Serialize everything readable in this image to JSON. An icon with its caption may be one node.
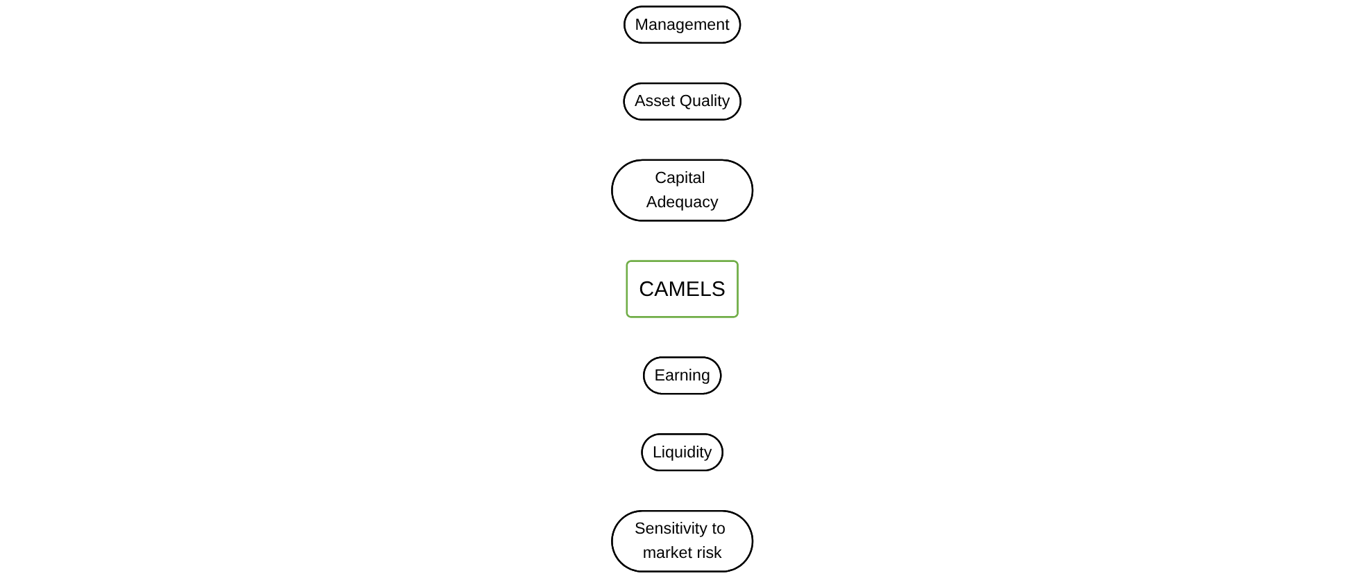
{
  "diagram": {
    "nodes": [
      {
        "text": [
          "Management"
        ]
      },
      {
        "text": [
          "Asset Quality"
        ]
      },
      {
        "text": [
          "Capital Adequacy"
        ]
      },
      {
        "text": [
          "CAMELS"
        ]
      },
      {
        "text": [
          "Earning"
        ]
      },
      {
        "text": [
          "Liquidity"
        ]
      },
      {
        "text": [
          "Sensitivity to market risk"
        ]
      }
    ],
    "edges": []
  }
}
